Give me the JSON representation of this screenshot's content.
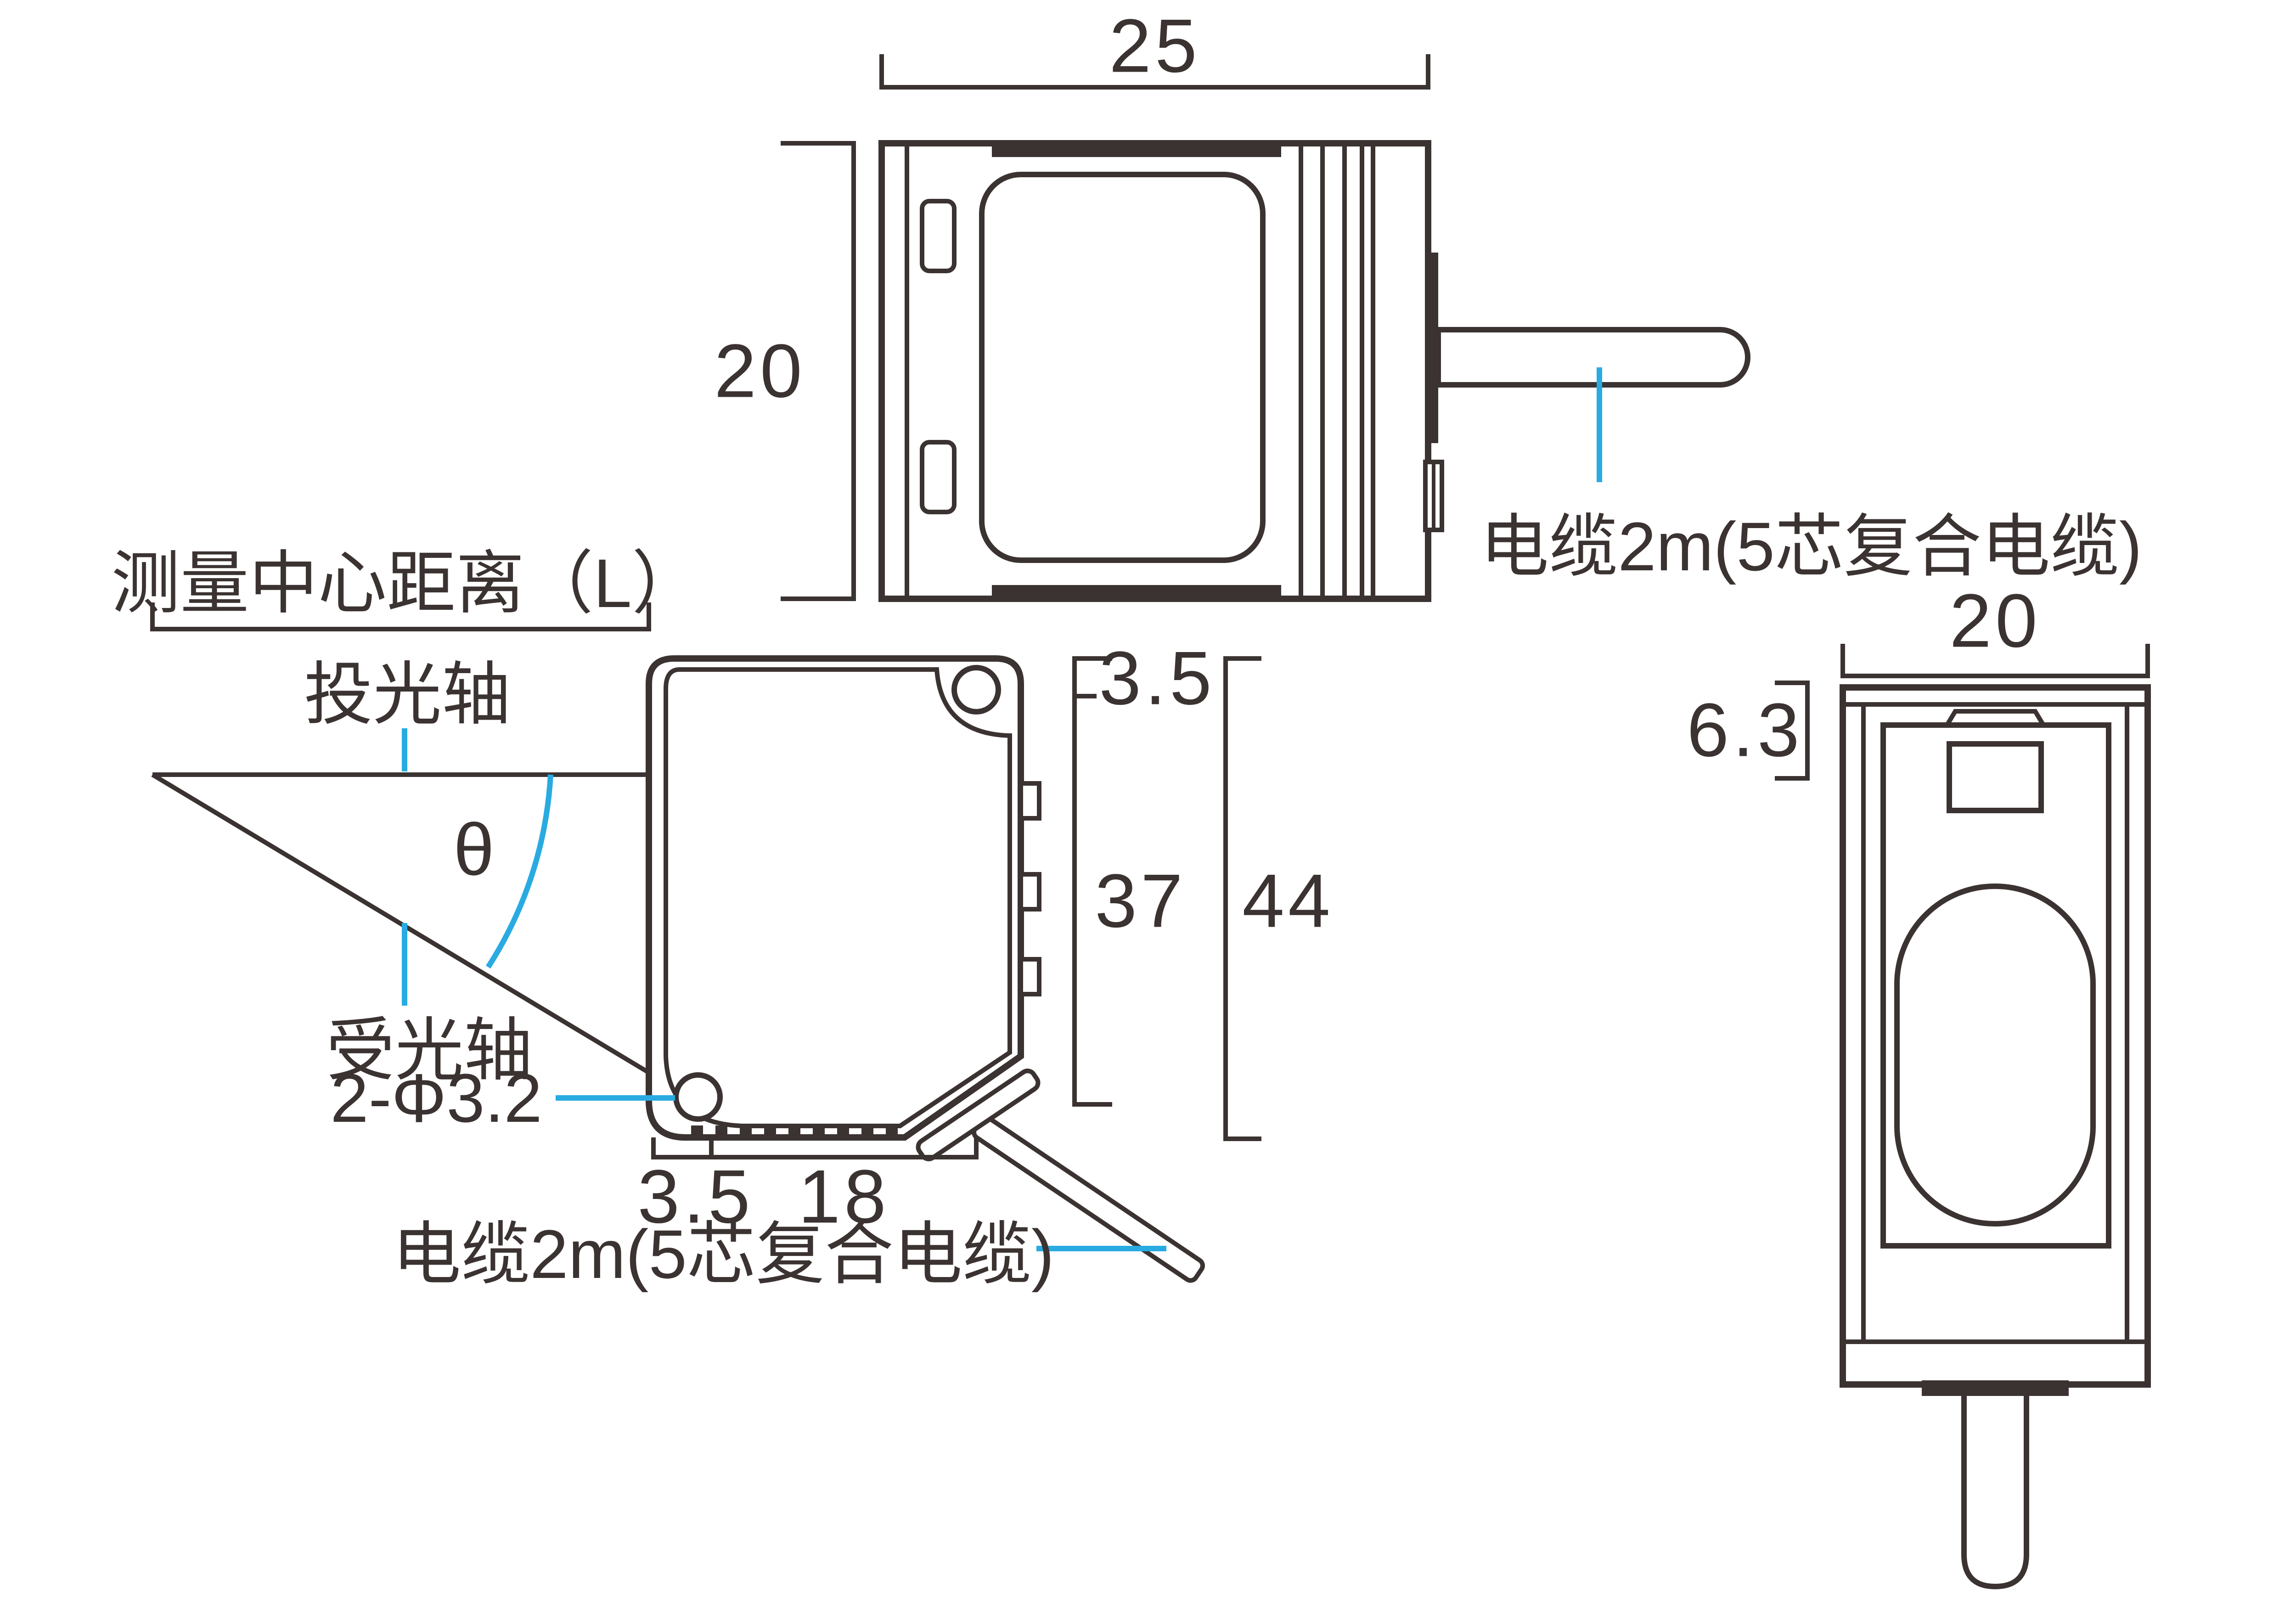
{
  "colors": {
    "line": "#3b3331",
    "accent": "#29abe2",
    "background": "#ffffff"
  },
  "top_view": {
    "width_dim": "25",
    "depth_dim": "20",
    "cable_label": "电缆2m(5芯复合电缆)"
  },
  "side_view": {
    "measure_label": "测量中心距离（L）",
    "emitting_axis": "投光轴",
    "receiving_axis": "受光轴",
    "angle": "θ",
    "holes": "2-Φ3.2",
    "dim_top_offset": "3.5",
    "dim_body_height": "37",
    "dim_total_height": "44",
    "dim_bottom_offset": "3.5",
    "dim_bottom_width": "18",
    "cable_label": "电缆2m(5芯复合电缆)"
  },
  "front_view": {
    "width_dim": "20",
    "dim_top_offset": "6.3"
  }
}
